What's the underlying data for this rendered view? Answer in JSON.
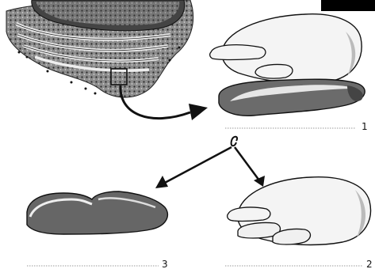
{
  "labels": {
    "one": "1",
    "two": "2",
    "three": "3"
  },
  "colors": {
    "ink": "#111111",
    "dark_fill": "#6e6e6e",
    "light_fill": "#f2f2f2",
    "speckle_fill": "#9a9a9a"
  }
}
